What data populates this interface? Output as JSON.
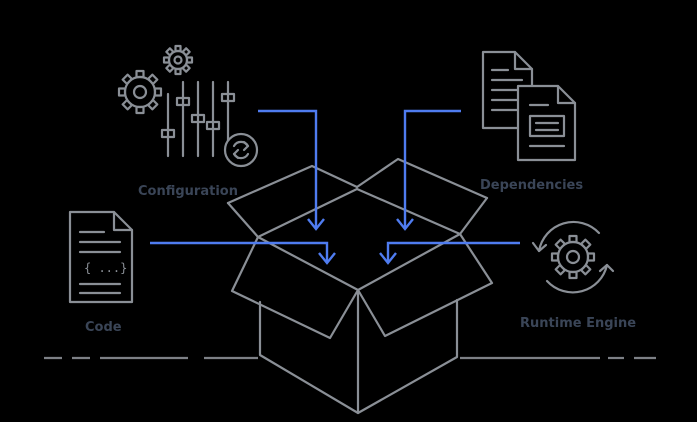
{
  "labels": {
    "configuration": "Configuration",
    "dependencies": "Dependencies",
    "code": "Code",
    "runtime_engine": "Runtime Engine"
  },
  "code_snippet": "{ ...}",
  "colors": {
    "background": "#000000",
    "line": "#8a8f96",
    "arrow": "#4f7cf0",
    "label": "#3a4557"
  },
  "icons": [
    "gears-sliders-icon",
    "documents-icon",
    "code-file-icon",
    "runtime-gear-icon",
    "open-box-icon"
  ]
}
